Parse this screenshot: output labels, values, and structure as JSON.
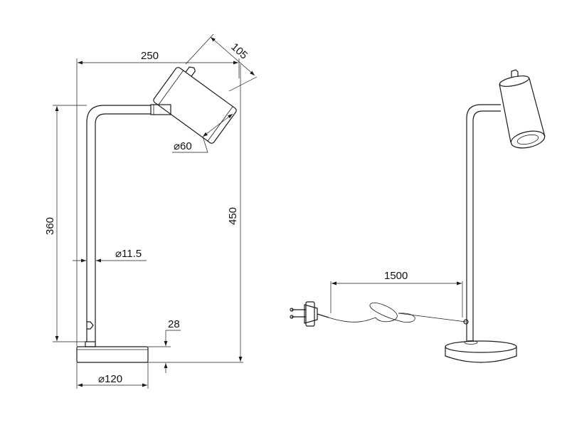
{
  "dimensions": {
    "width_total": "250",
    "head_length": "105",
    "head_diameter": "⌀60",
    "arm_height": "360",
    "total_height": "450",
    "stem_diameter": "⌀11.5",
    "base_height": "28",
    "base_diameter": "⌀120",
    "cable_length": "1500"
  },
  "colors": {
    "line": "#1a1a1a",
    "background": "#ffffff"
  }
}
